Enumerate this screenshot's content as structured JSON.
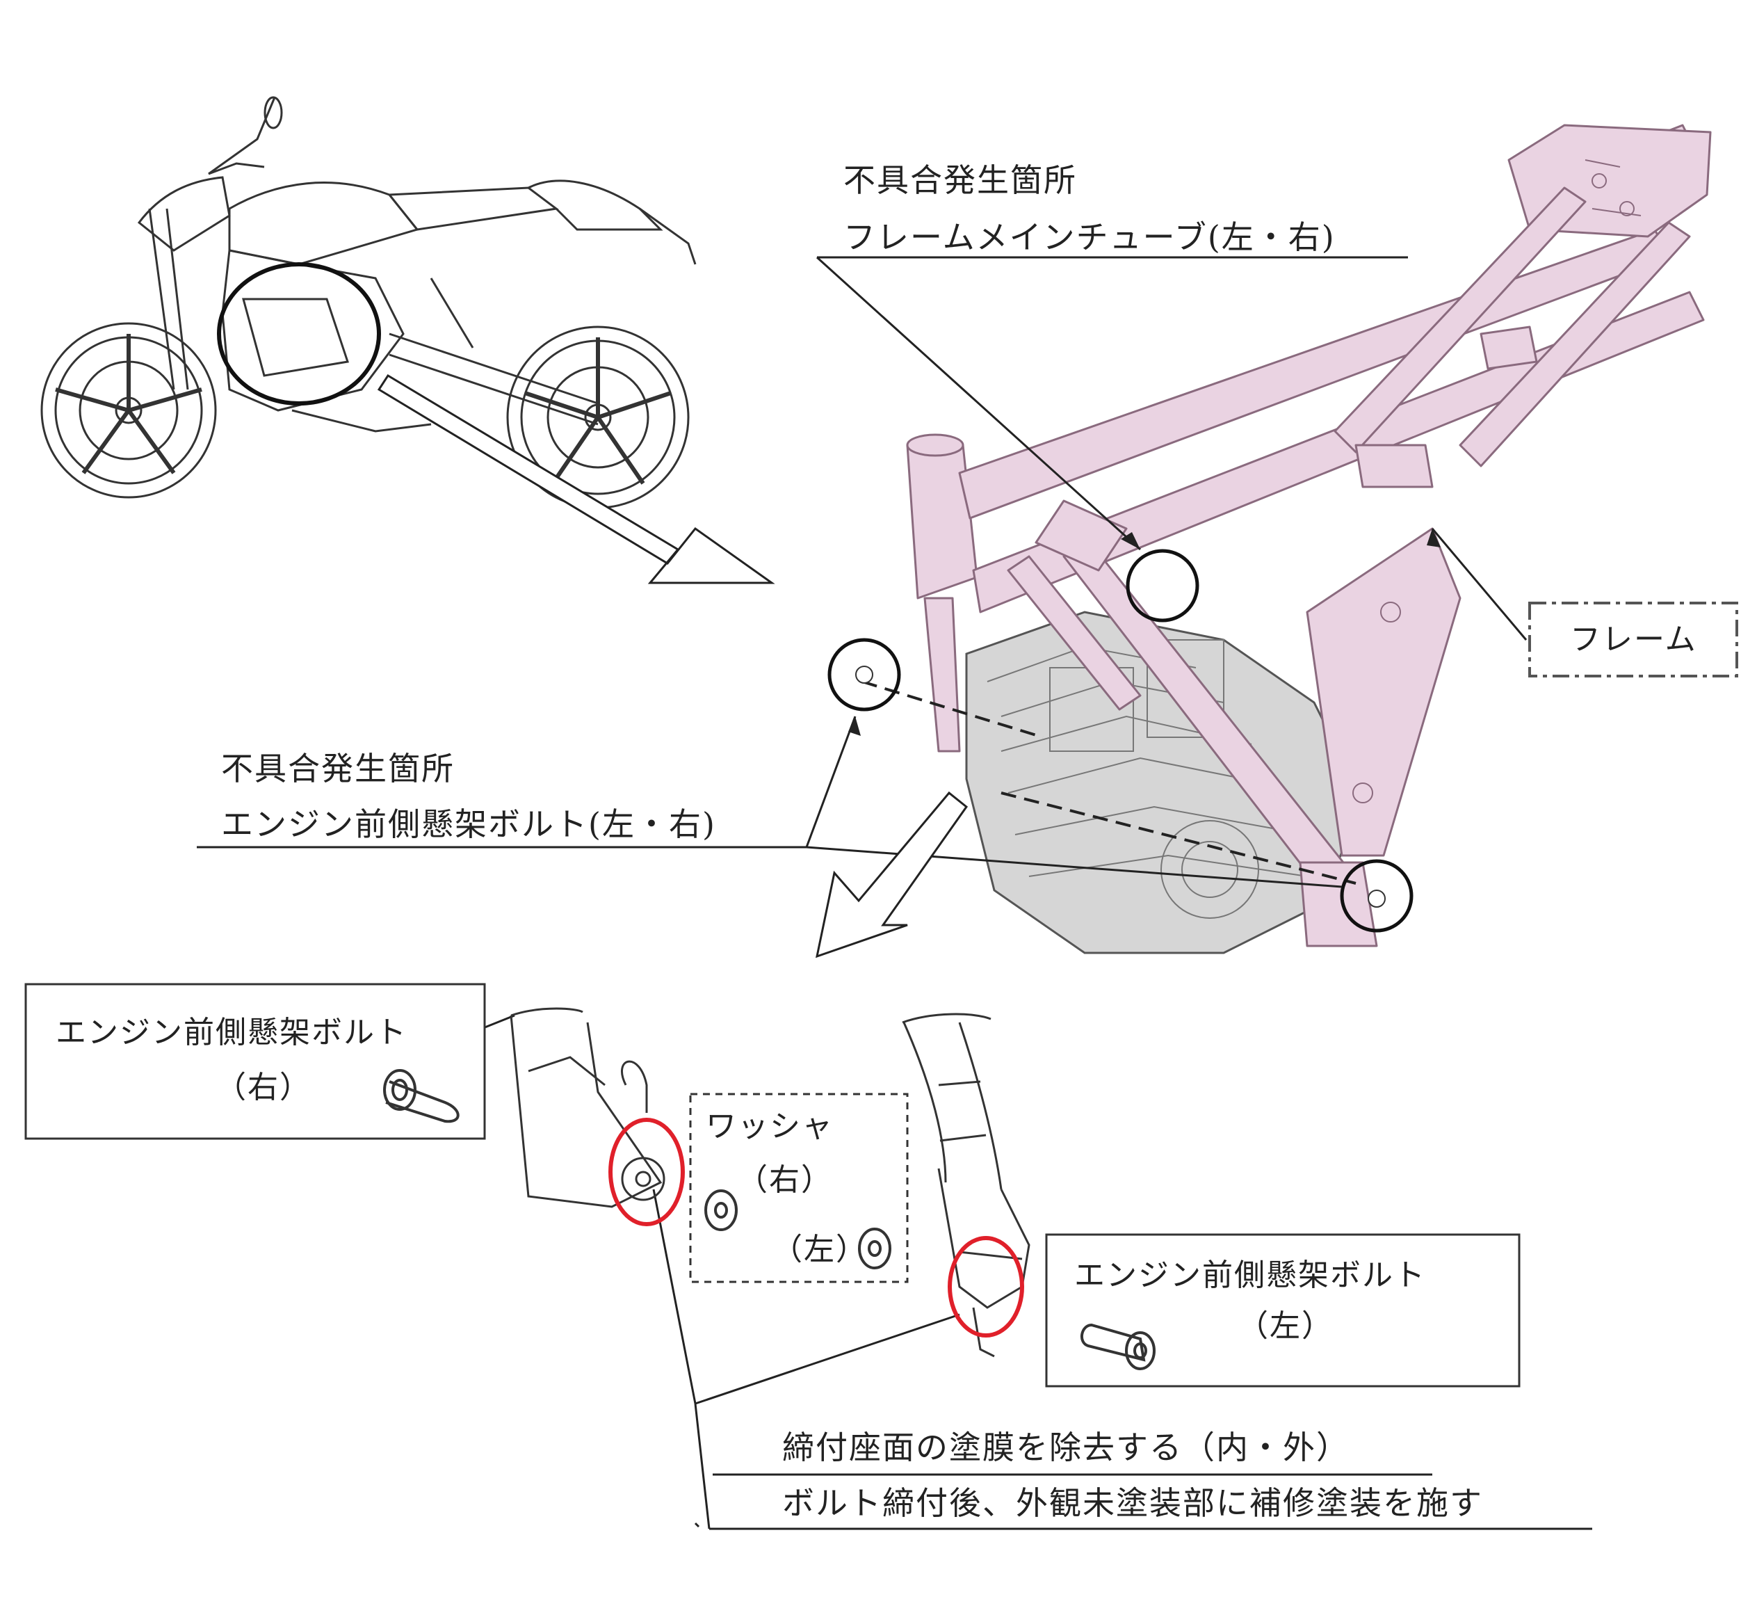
{
  "labels": {
    "defect_location_frame": "不具合発生箇所",
    "frame_main_tube": "フレームメインチューブ(左・右)",
    "frame": "フレーム",
    "defect_location_bolt": "不具合発生箇所",
    "engine_front_bolt_lr": "エンジン前側懸架ボルト(左・右)",
    "engine_front_bolt_right": "エンジン前側懸架ボルト",
    "right_paren": "（右）",
    "washer": "ワッシャ",
    "washer_right": "（右）",
    "washer_left": "（左）",
    "engine_front_bolt_left": "エンジン前側懸架ボルト",
    "left_paren": "（左）",
    "remove_coating": "締付座面の塗膜を除去する（内・外）",
    "touch_up_paint": "ボルト締付後、外観未塗装部に補修塗装を施す"
  },
  "colors": {
    "line": "#222222",
    "frame_fill": "#e9cfe0",
    "frame_stroke": "#8a6a7e",
    "engine_fill": "#d8d8d8",
    "highlight": "#e0202a"
  }
}
